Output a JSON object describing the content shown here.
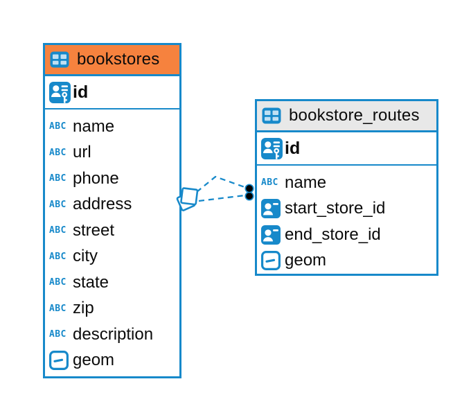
{
  "palette": {
    "accent_blue": "#1789CA",
    "bookstores_header": "#F6823E",
    "routes_header": "#E8E8E8",
    "relationship_color": "#1789CA",
    "endpoint_dot_color": "#000000"
  },
  "icons": {
    "text_type_label": "ABC"
  },
  "tables": [
    {
      "name": "bookstores",
      "header_color": "#F6823E",
      "primary_key": {
        "name": "id",
        "icon": "primary-key"
      },
      "columns": [
        {
          "name": "name",
          "type_icon": "text"
        },
        {
          "name": "url",
          "type_icon": "text"
        },
        {
          "name": "phone",
          "type_icon": "text"
        },
        {
          "name": "address",
          "type_icon": "text"
        },
        {
          "name": "street",
          "type_icon": "text"
        },
        {
          "name": "city",
          "type_icon": "text"
        },
        {
          "name": "state",
          "type_icon": "text"
        },
        {
          "name": "zip",
          "type_icon": "text"
        },
        {
          "name": "description",
          "type_icon": "text"
        },
        {
          "name": "geom",
          "type_icon": "geometry"
        }
      ]
    },
    {
      "name": "bookstore_routes",
      "header_color": "#E8E8E8",
      "primary_key": {
        "name": "id",
        "icon": "primary-key"
      },
      "columns": [
        {
          "name": "name",
          "type_icon": "text"
        },
        {
          "name": "start_store_id",
          "type_icon": "reference"
        },
        {
          "name": "end_store_id",
          "type_icon": "reference"
        },
        {
          "name": "geom",
          "type_icon": "geometry"
        }
      ]
    }
  ],
  "relationships": [
    {
      "from_table": "bookstores",
      "to_table": "bookstore_routes",
      "line_style": "dashed",
      "color": "#1789CA",
      "start_marker": "overlapping-squares",
      "end_marker": "black-dot"
    },
    {
      "from_table": "bookstores",
      "to_table": "bookstore_routes",
      "line_style": "dashed",
      "color": "#1789CA",
      "start_marker": "overlapping-squares",
      "end_marker": "black-dot"
    }
  ]
}
